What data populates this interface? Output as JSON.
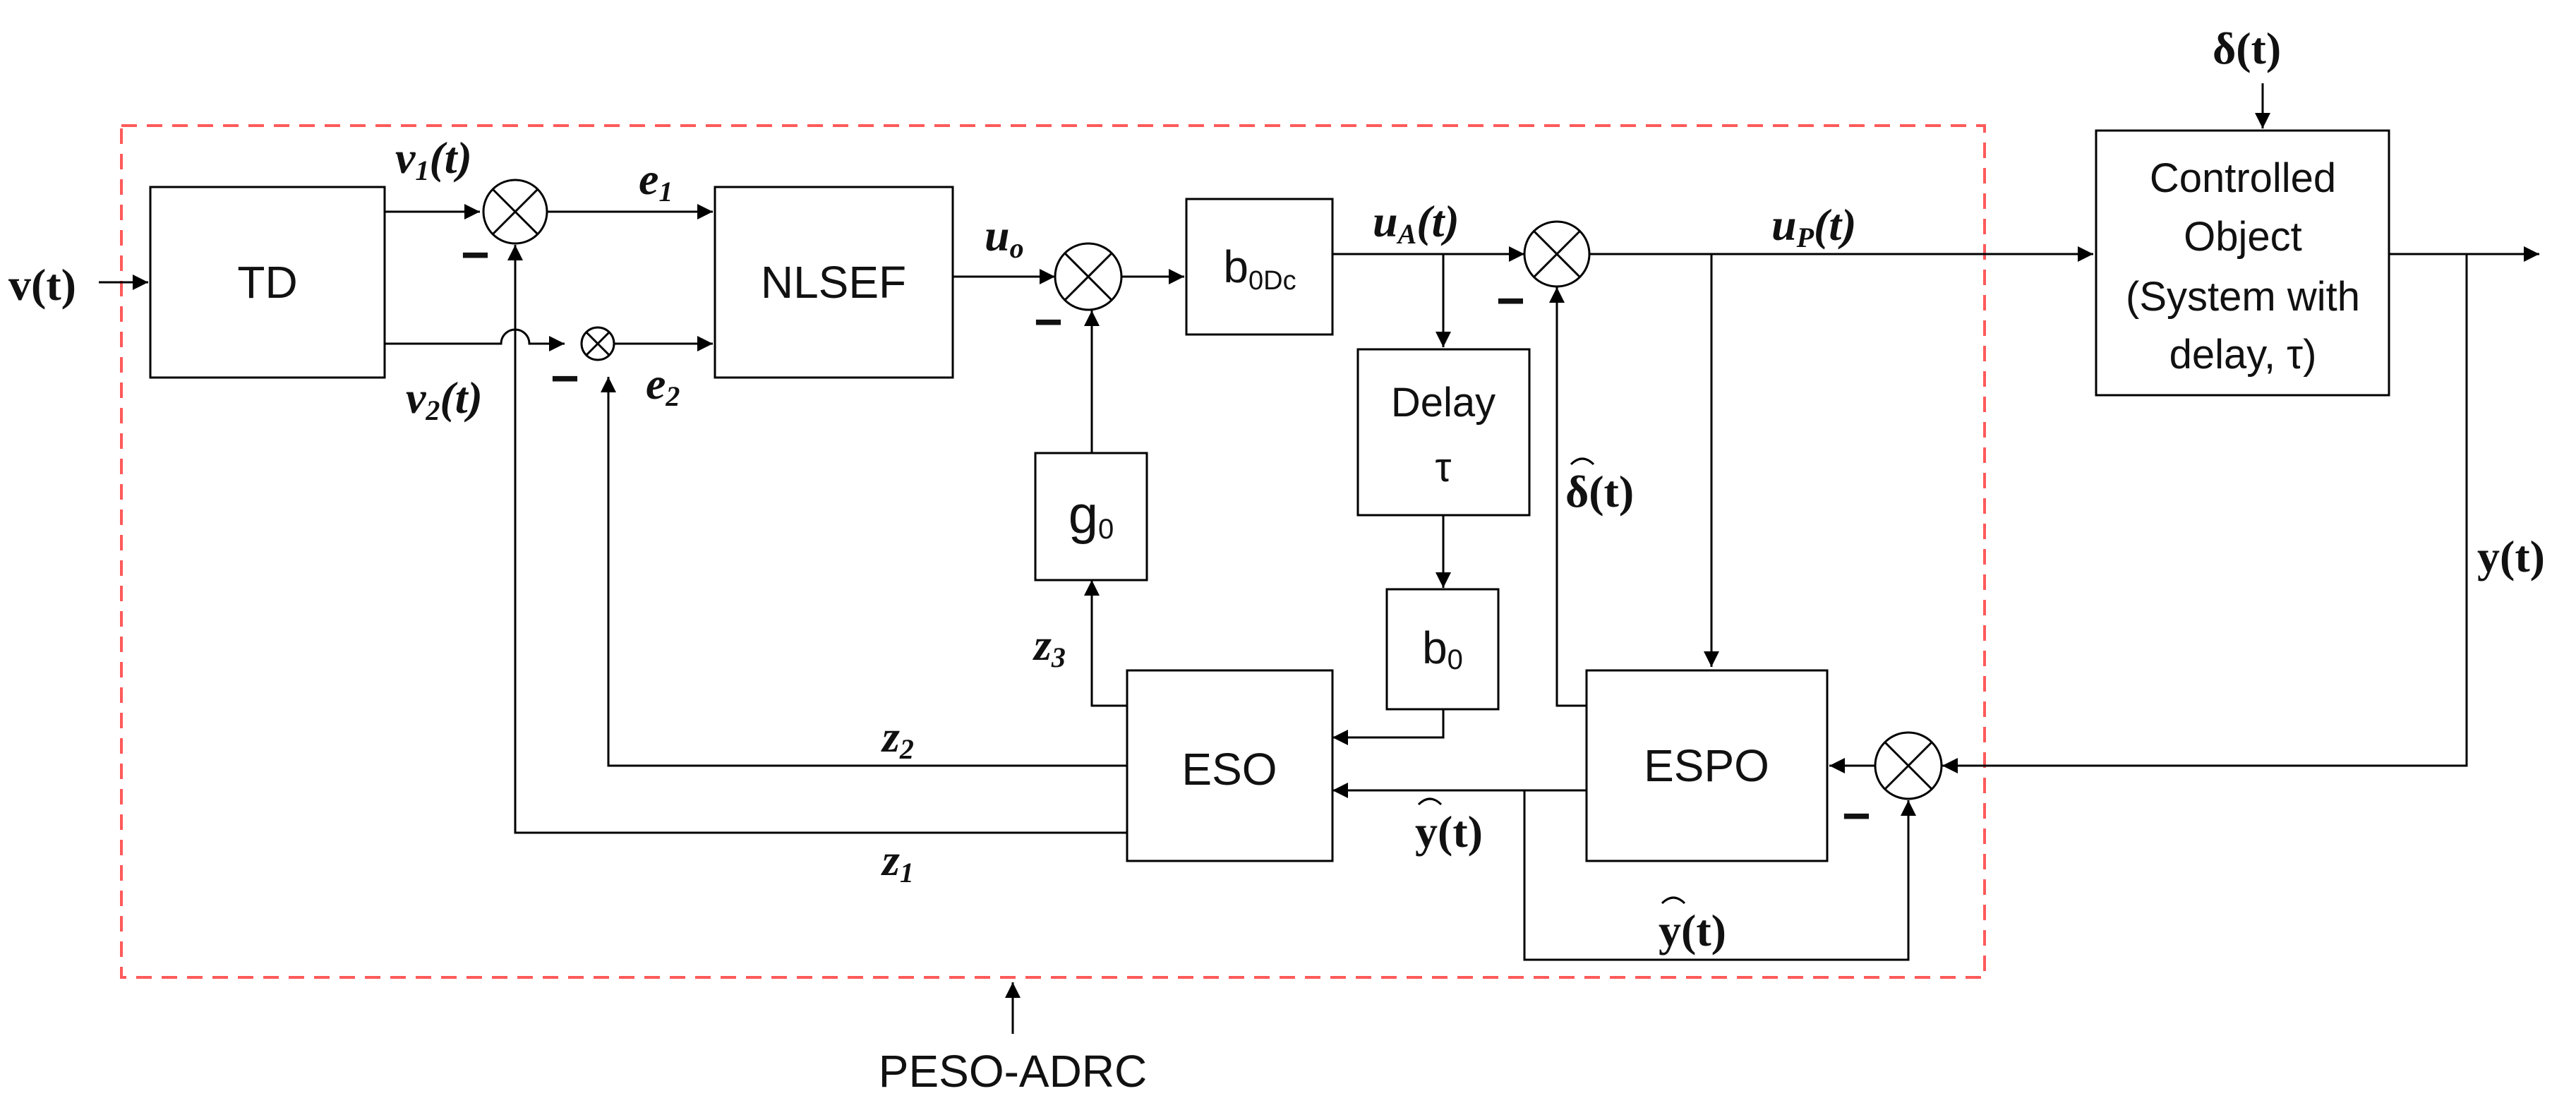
{
  "blocks": {
    "td": "TD",
    "nlsef": "NLSEF",
    "b0dc": "b",
    "b0dc_sub": "0Dc",
    "delay_line1": "Delay",
    "delay_line2": "τ",
    "g0": "g",
    "g0_sub": "0",
    "b0": "b",
    "b0_sub": "0",
    "eso": "ESO",
    "espo": "ESPO",
    "plant_line1": "Controlled",
    "plant_line2": "Object",
    "plant_line3": "(System with",
    "plant_line4": "delay, τ)"
  },
  "signals": {
    "v_in": "v(t)",
    "v1": "v",
    "v1_sub": "1",
    "v1_arg": "(t)",
    "v2": "v",
    "v2_sub": "2",
    "v2_arg": "(t)",
    "e1": "e",
    "e1_sub": "1",
    "e2": "e",
    "e2_sub": "2",
    "uo": "u",
    "uo_sub": "o",
    "ua": "u",
    "ua_sub": "A",
    "ua_arg": "(t)",
    "up": "u",
    "up_sub": "P",
    "up_arg": "(t)",
    "delta": "δ(t)",
    "delta_hat": "δ(t)",
    "y": "y(t)",
    "y_hat_1": "y(t)",
    "y_hat_2": "y(t)",
    "z1": "z",
    "z1_sub": "1",
    "z2": "z",
    "z2_sub": "2",
    "z3": "z",
    "z3_sub": "3",
    "minus": "−"
  },
  "boundary_label": "PESO-ADRC"
}
